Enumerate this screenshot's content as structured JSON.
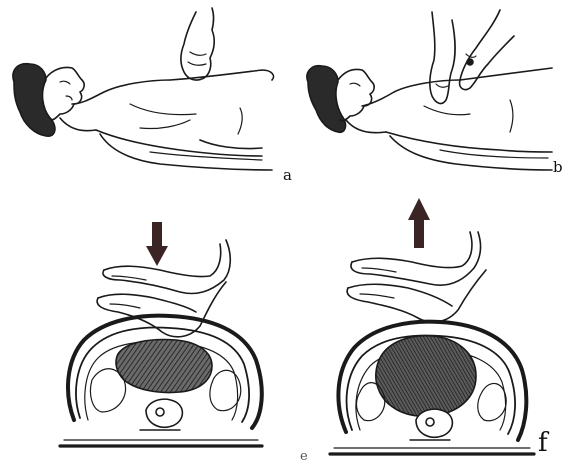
{
  "figure": {
    "labels": {
      "a": "a",
      "b": "b",
      "e": "e",
      "f": "f"
    },
    "colors": {
      "ink": "#1a1a1a",
      "hair": "#2a2a2a",
      "heart_fill": "#4a4a4a",
      "arrow": "#3a2424",
      "background": "#ffffff"
    },
    "panels": [
      {
        "id": "a",
        "depicts": "hand-on-chest"
      },
      {
        "id": "b",
        "depicts": "hands-locate-sternum"
      },
      {
        "id": "e",
        "depicts": "compression-down-arrow"
      },
      {
        "id": "f",
        "depicts": "release-up-arrow"
      }
    ]
  }
}
